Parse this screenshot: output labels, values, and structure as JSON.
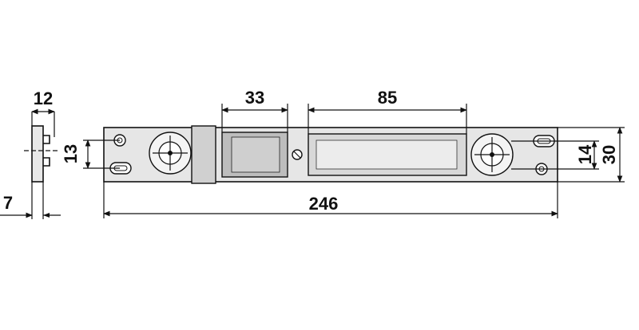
{
  "drawing": {
    "dimensions": {
      "side_thickness": "12",
      "side_depth": "7",
      "screw_offset_left": "13",
      "window_small": "33",
      "window_large": "85",
      "screw_offset_right": "14",
      "plate_height": "30",
      "overall_length": "246"
    }
  }
}
